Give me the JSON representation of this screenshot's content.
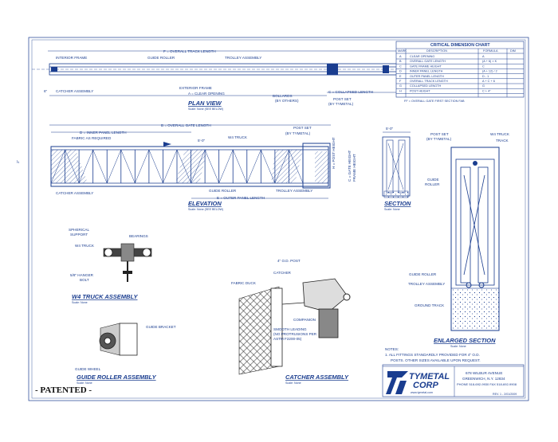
{
  "plan_view": {
    "title": "PLAN VIEW",
    "scale": "Scale: None  (SEE BELOW)",
    "labels": {
      "overall_track": "F = OVERALL TRACK LENGTH",
      "interior_frame": "INTERIOR FRAME",
      "guide_roller": "GUIDE ROLLER",
      "trolley_assembly": "TROLLEY ASSEMBLY",
      "catcher_assembly": "CATCHER ASSEMBLY",
      "exterior_frame": "EXTERIOR FRAME",
      "clear_opening": "A = CLEAR OPENING",
      "bollards": "BOLLARDS",
      "by_others": "(BY OTHERS)",
      "collapsed_length": "C = COLLAPSED LENGTH",
      "post_set": "POST SET",
      "by_tymetal": "(BY TYMETAL)",
      "dim_6": "6\""
    }
  },
  "elevation": {
    "title": "ELEVATION",
    "scale": "Scale: None  (SEE BELOW)",
    "labels": {
      "overall_gate": "B = OVERALL GATE LENGTH",
      "inner_panel": "D = INNER PANEL LENGTH",
      "fabric": "FABRIC AS REQUIRED",
      "w4_truck": "W4 TRUCK",
      "dim_5": "5'-0\"",
      "post_set": "POST SET",
      "by_tymetal": "(BY TYMETAL)",
      "post_height": "H = POST HEIGHT",
      "gate_height": "C = GATE HEIGHT",
      "frame_height": "FRAME HEIGHT",
      "catcher": "CATCHER ASSEMBLY",
      "guide_roller": "GUIDE ROLLER",
      "trolley": "TROLLEY ASSEMBLY",
      "outer_panel": "E = OUTER PANEL LENGTH",
      "dim_2": "2\""
    }
  },
  "section": {
    "title": "SECTION",
    "scale": "Scale: None",
    "dim": "5'-0\""
  },
  "enlarged": {
    "title": "ENLARGED SECTION",
    "scale": "Scale: None",
    "labels": {
      "post_set": "POST SET",
      "by_tymetal": "(BY TYMETAL)",
      "w4_truck": "W4 TRUCK",
      "track": "TRACK",
      "guide_roller_1": "GUIDE",
      "guide_roller_2": "ROLLER",
      "guide_roller": "GUIDE ROLLER",
      "trolley": "TROLLEY ASSEMBLY",
      "ground_track": "GROUND TRACK"
    }
  },
  "w4_truck": {
    "title": "W4 TRUCK ASSEMBLY",
    "scale": "Scale: None",
    "labels": {
      "spherical_1": "SPHERICAL",
      "spherical_2": "SUPPORT",
      "bearings": "BEARINGS",
      "truck": "W4 TRUCK",
      "hanger_1": "5/8\" HANGER",
      "hanger_2": "BOLT"
    }
  },
  "guide_roller_assembly": {
    "title": "GUIDE ROLLER ASSEMBLY",
    "scale": "Scale: None",
    "labels": {
      "bracket": "GUIDE BRACKET",
      "wheel": "GUIDE WHEEL"
    }
  },
  "catcher_assembly": {
    "title": "CATCHER ASSEMBLY",
    "scale": "Scale: None",
    "labels": {
      "post": "4\" O.D. POST",
      "catcher": "CATCHER",
      "fabric_duck": "FABRIC DUCK",
      "companion": "COMPANION",
      "smooth_1": "SMOOTH LEADING",
      "smooth_2": "(NO PROTRUSIONS PER",
      "smooth_3": "ASTM F2200-05)"
    }
  },
  "chart": {
    "title": "CRITICAL DIMENSION CHART",
    "headers": [
      "MARK",
      "DESCRIPTION",
      "FORMULA",
      "DIM"
    ],
    "rows": [
      [
        "A",
        "CLEAR OPENING",
        "A",
        ""
      ],
      [
        "B",
        "OVERALL GATE LENGTH",
        "(A + 6) × K",
        ""
      ],
      [
        "C",
        "GATE FRAME HEIGHT",
        "C",
        ""
      ],
      [
        "D",
        "INNER PANEL LENGTH",
        "(A + 12) / 2",
        ""
      ],
      [
        "E",
        "OUTER PANEL LENGTH",
        "D - 1",
        ""
      ],
      [
        "F",
        "OVERALL TRACK LENGTH",
        "A + C + 6",
        ""
      ],
      [
        "G",
        "COLLAPSED LENGTH",
        "G",
        ""
      ],
      [
        "H",
        "POST HEIGHT",
        "C + 4\"",
        ""
      ]
    ],
    "footnote": "FF = OVERALL GATE FIRST SECTION FAB"
  },
  "notes": {
    "title": "NOTES:",
    "line1": "1. ALL FITTINGS STANDARDLY PROVIDED FOR 4\" O.D.",
    "line2": "POSTS. OTHER SIZES AVAILABLE UPON REQUEST."
  },
  "company": {
    "name_1": "TYMETAL",
    "name_2": "CORP",
    "web": "www.tymetal.com",
    "addr_1": "678 WILBUR AVENUE",
    "addr_2": "GREENWICH, N.Y. 12834",
    "addr_3": "PHONE 518-692-9930  FAX 518-692-9908",
    "rev": "REV. 1 - 2/01/2009"
  },
  "patented": "- PATENTED -"
}
